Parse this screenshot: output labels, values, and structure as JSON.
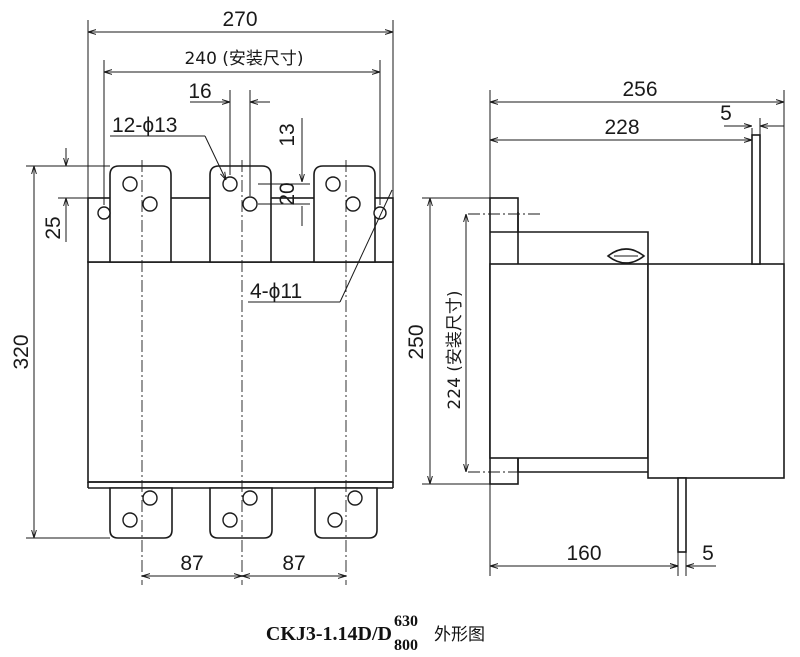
{
  "front_view": {
    "dim_overall_width": "270",
    "dim_mount_width": "240 (安装尺寸)",
    "dim_terminal_width": "16",
    "dim_terminal_holes": "12-ϕ13",
    "dim_hole_offset_top": "13",
    "dim_hole_offset_mid": "20",
    "dim_mount_offset": "25",
    "dim_height": "320",
    "dim_mount_holes": "4-ϕ11",
    "dim_pitch_left": "87",
    "dim_pitch_right": "87"
  },
  "side_view": {
    "dim_depth_overall": "256",
    "dim_depth_body": "228",
    "dim_terminal_thickness_top": "5",
    "dim_height": "250",
    "dim_mount_height": "224 (安装尺寸)",
    "dim_base_depth": "160",
    "dim_terminal_thickness_bottom": "5"
  },
  "caption": {
    "model": "CKJ3-1.14D/D",
    "rating_upper": "630",
    "rating_lower": "800",
    "suffix": "外形图"
  }
}
